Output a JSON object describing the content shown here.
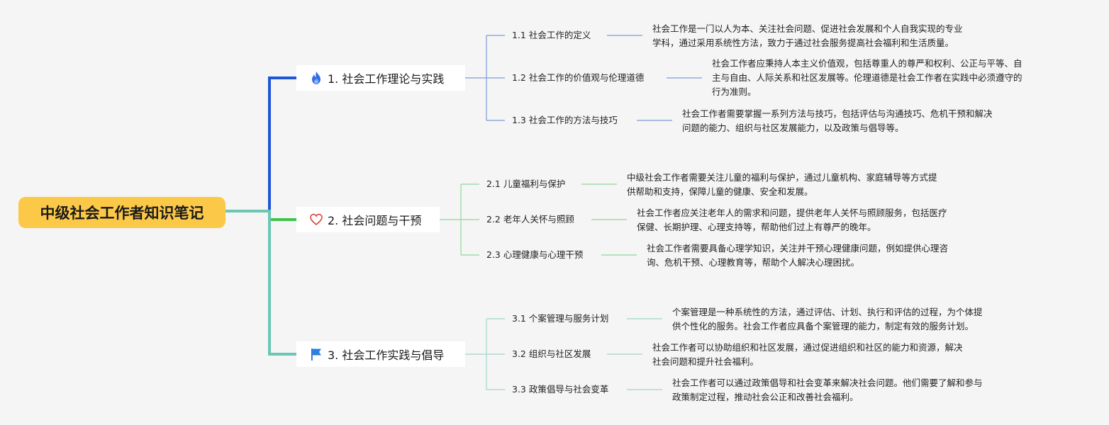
{
  "root": {
    "title": "中级社会工作者知识笔记"
  },
  "colors": {
    "root_fill": "#fcc847",
    "branch1": "#1e56d8",
    "branch2": "#3ec44d",
    "branch3": "#6bc6b3",
    "sub1_line": "#7d9cd8",
    "sub2_line": "#8fd89a",
    "sub3_line": "#9ed8cc"
  },
  "topics": [
    {
      "label": "1. 社会工作理论与实践",
      "icon": "flame-icon",
      "subs": [
        {
          "label": "1.1 社会工作的定义",
          "desc": [
            "社会工作是一门以人为本、关注社会问题、促进社会发展和个人自我实现的专业",
            "学科，通过采用系统性方法，致力于通过社会服务提高社会福利和生活质量。"
          ]
        },
        {
          "label": "1.2 社会工作的价值观与伦理道德",
          "desc": [
            "社会工作者应秉持人本主义价值观，包括尊重人的尊严和权利、公正与平等、自",
            "主与自由、人际关系和社区发展等。伦理道德是社会工作者在实践中必须遵守的",
            "行为准则。"
          ]
        },
        {
          "label": "1.3 社会工作的方法与技巧",
          "desc": [
            "社会工作者需要掌握一系列方法与技巧，包括评估与沟通技巧、危机干预和解决",
            "问题的能力、组织与社区发展能力，以及政策与倡导等。"
          ]
        }
      ]
    },
    {
      "label": "2. 社会问题与干预",
      "icon": "heart-icon",
      "subs": [
        {
          "label": "2.1 儿童福利与保护",
          "desc": [
            "中级社会工作者需要关注儿童的福利与保护，通过儿童机构、家庭辅导等方式提",
            "供帮助和支持，保障儿童的健康、安全和发展。"
          ]
        },
        {
          "label": "2.2 老年人关怀与照顾",
          "desc": [
            "社会工作者应关注老年人的需求和问题，提供老年人关怀与照顾服务，包括医疗",
            "保健、长期护理、心理支持等，帮助他们过上有尊严的晚年。"
          ]
        },
        {
          "label": "2.3 心理健康与心理干预",
          "desc": [
            "社会工作者需要具备心理学知识，关注并干预心理健康问题，例如提供心理咨",
            "询、危机干预、心理教育等，帮助个人解决心理困扰。"
          ]
        }
      ]
    },
    {
      "label": "3. 社会工作实践与倡导",
      "icon": "flag-icon",
      "subs": [
        {
          "label": "3.1 个案管理与服务计划",
          "desc": [
            "个案管理是一种系统性的方法，通过评估、计划、执行和评估的过程，为个体提",
            "供个性化的服务。社会工作者应具备个案管理的能力，制定有效的服务计划。"
          ]
        },
        {
          "label": "3.2 组织与社区发展",
          "desc": [
            "社会工作者可以协助组织和社区发展，通过促进组织和社区的能力和资源，解决",
            "社会问题和提升社会福利。"
          ]
        },
        {
          "label": "3.3 政策倡导与社会变革",
          "desc": [
            "社会工作者可以通过政策倡导和社会变革来解决社会问题。他们需要了解和参与",
            "政策制定过程，推动社会公正和改善社会福利。"
          ]
        }
      ]
    }
  ]
}
